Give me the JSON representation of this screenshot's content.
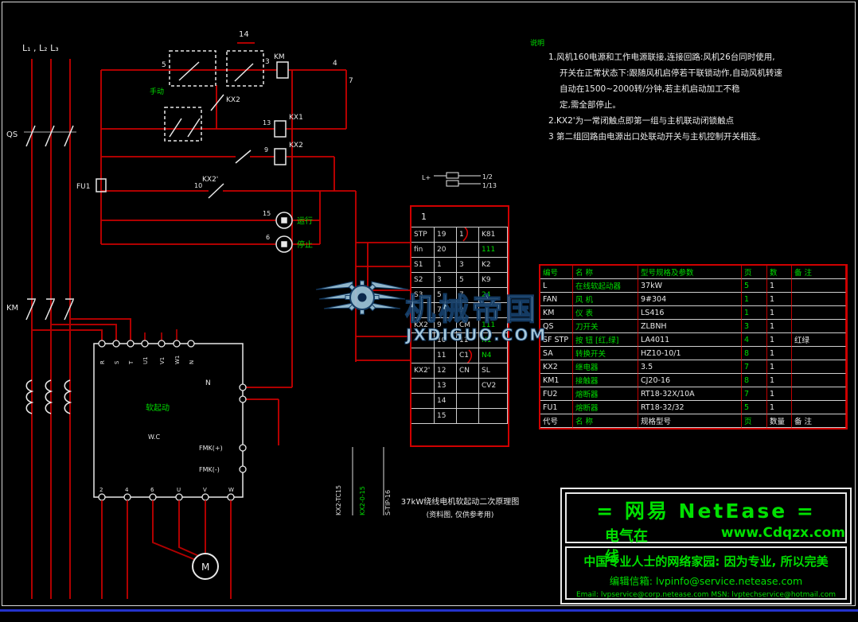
{
  "colors": {
    "wire": "#b00000",
    "control_wire": "#c80000",
    "bright_red": "#e00000",
    "white": "#e8e8e8",
    "green": "#00dd00",
    "watermark_blue": "#9cc4da",
    "watermark_outline": "#16406b"
  },
  "power": {
    "phases": "L₁ , L₂  L₃",
    "qs": "QS",
    "km": "KM",
    "fu1": "FU1",
    "motor": "M"
  },
  "control": {
    "pins": {
      "p14": "14",
      "p5": "5",
      "p3": "3",
      "p13": "13",
      "p9": "9",
      "p10": "10",
      "p15": "15",
      "p6": "6",
      "p4": "4",
      "p7": "7"
    },
    "labels": {
      "km_coil": "KM",
      "kx1_coil": "KX1",
      "kx2_coil": "KX2",
      "kx2_contact": "KX2",
      "kx2p_contact": "KX2'",
      "manual": "手动",
      "run_lamp": "运行",
      "stop_lamp": "停止"
    }
  },
  "starter": {
    "title": "软起动",
    "sub": "W.C",
    "n_label": "N",
    "fmk_plus": "FMK(+)",
    "fmk_minus": "FMK(-)",
    "top": {
      "t1": "R",
      "t2": "S",
      "t3": "T",
      "t4": "U1",
      "t5": "V1",
      "t6": "W1",
      "t7": "N"
    },
    "bot": {
      "b1": "2",
      "b2": "4",
      "b3": "6",
      "b4": "U",
      "b5": "V",
      "b6": "W"
    }
  },
  "plug": {
    "l_label": "L+",
    "a": "1/2",
    "b": "1/13"
  },
  "connector": {
    "title": "1",
    "rows": [
      {
        "c1": "STP",
        "c2": "19",
        "c3": "1",
        "c4": "K81",
        "c4g": ""
      },
      {
        "c1": "fin",
        "c2": "20",
        "c3": "",
        "c4": "111",
        "c4g": "g"
      },
      {
        "c1": "S1",
        "c2": "1",
        "c3": "3",
        "c4": "K2",
        "c4g": ""
      },
      {
        "c1": "S2",
        "c2": "3",
        "c3": "5",
        "c4": "K9",
        "c4g": ""
      },
      {
        "c1": "S3",
        "c2": "5",
        "c3": "7",
        "c4": "24",
        "c4g": "g"
      },
      {
        "c1": "",
        "c2": "7",
        "c3": "9",
        "c4": "",
        "c4g": ""
      },
      {
        "c1": "KX2",
        "c2": "9",
        "c3": "CM",
        "c4": "111",
        "c4g": "g"
      },
      {
        "c1": "",
        "c2": "10",
        "c3": "11",
        "c4": "N1",
        "c4g": "g"
      },
      {
        "c1": "",
        "c2": "11",
        "c3": "C1",
        "c4": "N4",
        "c4g": "g"
      },
      {
        "c1": "KX2'",
        "c2": "12",
        "c3": "CN",
        "c4": "SL",
        "c4g": ""
      },
      {
        "c1": "",
        "c2": "13",
        "c3": "",
        "c4": "CV2",
        "c4g": ""
      },
      {
        "c1": "",
        "c2": "14",
        "c3": "",
        "c4": "",
        "c4g": ""
      },
      {
        "c1": "",
        "c2": "15",
        "c3": "",
        "c4": "",
        "c4g": ""
      }
    ]
  },
  "wire_tags": {
    "t1": "KX2-TC15",
    "t2": "KX2-0-15",
    "t3": "S-TlP-16"
  },
  "caption": {
    "l1": "37kW绕线电机软起动二次原理图",
    "l2": "(资料图, 仅供参考用)"
  },
  "notes": {
    "title": "说明",
    "lines": [
      {
        "t": "1.风机160电源和工作电源联接,连接回路:风机26台同时使用,",
        "cls": ""
      },
      {
        "t": "开关在正常状态下:跟随风机启停若干联锁动作,自动风机转速",
        "cls": "ind"
      },
      {
        "t": "自动在1500~2000转/分钟,若主机启动加工不稳",
        "cls": "ind"
      },
      {
        "t": "定,需全部停止。",
        "cls": "ind"
      },
      {
        "t": "2.KX2'为一常闭触点即第一组与主机联动闭锁触点",
        "cls": ""
      },
      {
        "t": "3 第二组回路由电源出口处联动开关与主机控制开关相连。",
        "cls": ""
      }
    ]
  },
  "bom": {
    "rows": [
      {
        "cells": [
          "编号",
          "名 称",
          "型号规格及参数",
          "页",
          "数",
          "备 注"
        ],
        "cls": "hdr"
      },
      {
        "cells": [
          "L",
          "在线软起动器",
          "37kW",
          "5",
          "1",
          ""
        ],
        "cls": ""
      },
      {
        "cells": [
          "FAN",
          "风 机",
          "9#304",
          "1",
          "1",
          ""
        ],
        "cls": ""
      },
      {
        "cells": [
          "KM",
          "仪 表",
          "LS416",
          "1",
          "1",
          ""
        ],
        "cls": ""
      },
      {
        "cells": [
          "QS",
          "刀开关",
          "ZLBNH",
          "3",
          "1",
          ""
        ],
        "cls": ""
      },
      {
        "cells": [
          "SF STP",
          "按 钮 [红,绿]",
          "LA4011",
          "4",
          "1",
          "红绿"
        ],
        "cls": ""
      },
      {
        "cells": [
          "SA",
          "转换开关",
          "HZ10-10/1",
          "8",
          "1",
          ""
        ],
        "cls": ""
      },
      {
        "cells": [
          "KX2",
          "继电器",
          "3.5",
          "7",
          "1",
          ""
        ],
        "cls": ""
      },
      {
        "cells": [
          "KM1",
          "接触器",
          "CJ20-16",
          "8",
          "1",
          ""
        ],
        "cls": ""
      },
      {
        "cells": [
          "FU2",
          "熔断器",
          "RT18-32X/10A",
          "7",
          "1",
          ""
        ],
        "cls": ""
      },
      {
        "cells": [
          "FU1",
          "熔断器",
          "RT18-32/32",
          "5",
          "1",
          ""
        ],
        "cls": ""
      },
      {
        "cells": [
          "代号",
          "名 称",
          "规格型号",
          "页",
          "数量",
          "备 注"
        ],
        "cls": ""
      }
    ]
  },
  "titleblock": {
    "brand": "=  网易 NetEase  =",
    "site_name": "电气在线",
    "site_url": "www.Cdqzx.com",
    "slogan": "中国专业人士的网络家园: 因为专业, 所以完美",
    "contact": "编辑信箱: lvpinfo@service.netease.com",
    "contact2": "Email: lvpservice@corp.netease.com    MSN: lvptechservice@hotmail.com"
  },
  "watermark": {
    "title": "机械帝国",
    "url": "JXDIGUO.COM"
  }
}
